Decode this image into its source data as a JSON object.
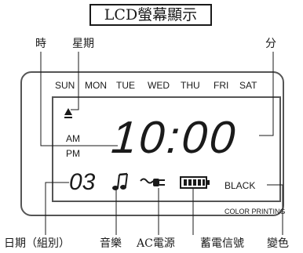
{
  "title": "LCD螢幕顯示",
  "top_callouts": {
    "hour": "時",
    "weekday": "星期",
    "minute": "分"
  },
  "weekdays": [
    "SUN",
    "MON",
    "TUE",
    "WED",
    "THU",
    "FRI",
    "SAT"
  ],
  "display": {
    "am": "AM",
    "pm": "PM",
    "time": "10:00",
    "day_number": "03",
    "color_mode": "BLACK",
    "color_printing": "COLOR PRINTING",
    "music_icon": "music-note-icon",
    "ac_icon": "ac-plug-icon",
    "battery_icon": "battery-icon",
    "weekday_marker_icon": "triangle-up-icon"
  },
  "bottom_callouts": {
    "date_group": "日期（組別）",
    "music": "音樂",
    "ac_power": "AC電源",
    "battery_signal": "蓄電信號",
    "color_change": "變色"
  }
}
